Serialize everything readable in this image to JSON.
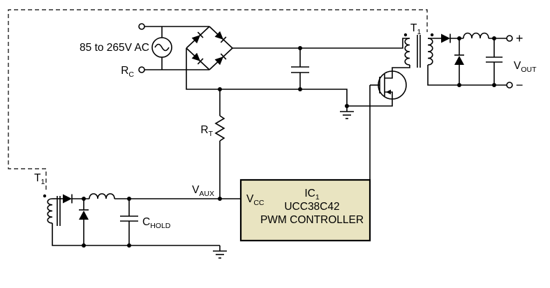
{
  "diagram": {
    "type": "circuit-schematic",
    "background": "#ffffff",
    "colors": {
      "line": "#000000",
      "ic_fill": "#e9e4c1",
      "ic_border": "#000000"
    },
    "labels": {
      "ac_input": "85 to 265V AC",
      "rc": {
        "main": "R",
        "sub": "C"
      },
      "rt": {
        "main": "R",
        "sub": "T"
      },
      "t1_main": {
        "main": "T",
        "sub": "1"
      },
      "t1_aux": {
        "main": "T",
        "sub": "1"
      },
      "vaux": {
        "main": "V",
        "sub": "AUX"
      },
      "chold": {
        "main": "C",
        "sub": "HOLD"
      },
      "vout": {
        "main": "V",
        "sub": "OUT"
      },
      "plus": "+",
      "minus": "−"
    },
    "ic": {
      "pin_vcc": {
        "main": "V",
        "sub": "CC"
      },
      "designator": {
        "main": "IC",
        "sub": "1"
      },
      "part_number": "UCC38C42",
      "function": "PWM CONTROLLER"
    }
  }
}
